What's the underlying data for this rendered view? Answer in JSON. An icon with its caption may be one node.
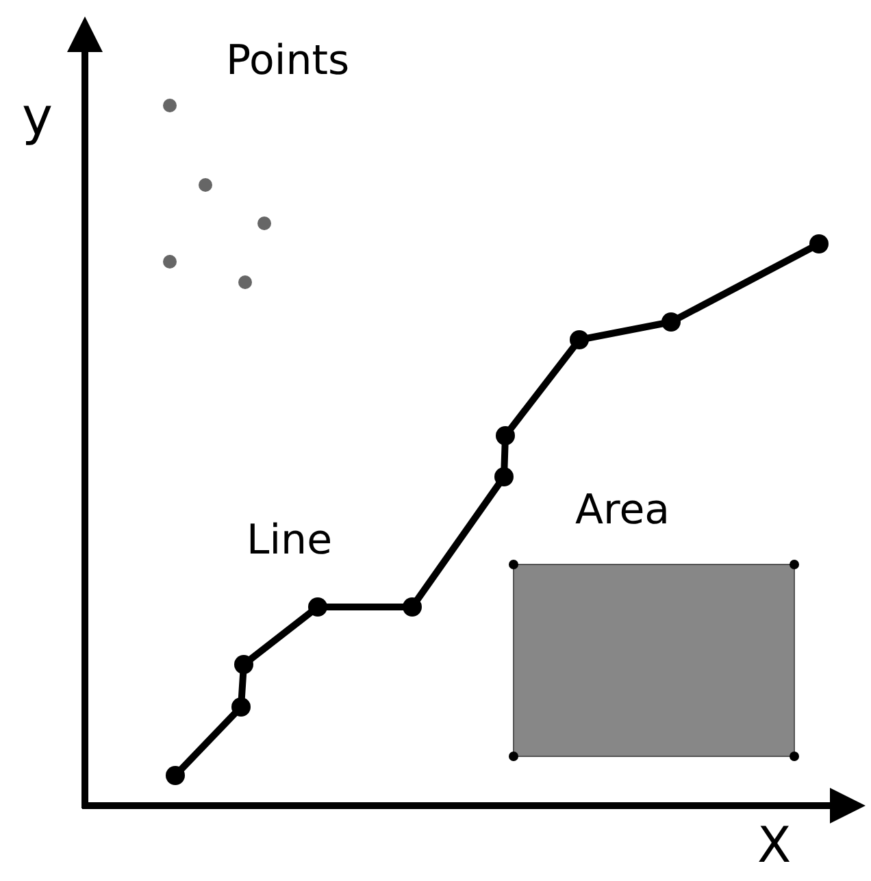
{
  "diagram": {
    "labels": [
      "Points",
      "y",
      "Line",
      "Area",
      "X"
    ]
  }
}
